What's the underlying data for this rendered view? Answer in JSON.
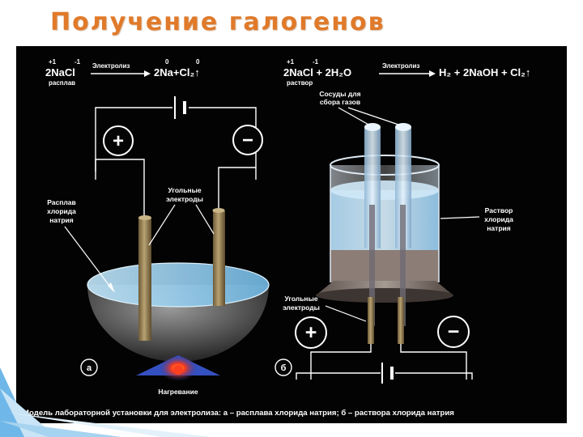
{
  "slide": {
    "title": "Получение галогенов",
    "caption": "Модель лабораторной установки для электролиза: а – расплава хлорида натрия; б – раствора хлорида натрия"
  },
  "left_setup": {
    "equation": {
      "ox_na": "+1",
      "ox_cl": "-1",
      "reactant": "2NaCl",
      "reactant_state": "расплав",
      "process": "Электролиз",
      "ox_na_prod": "0",
      "ox_cl_prod": "0",
      "products": "2Na+Cl₂↑"
    },
    "label_melt": [
      "Расплав",
      "хлорида",
      "натрия"
    ],
    "label_electrodes": [
      "Угольные",
      "электроды"
    ],
    "label_heating": "Нагревание",
    "marker": "а",
    "plus": "+",
    "minus": "−"
  },
  "right_setup": {
    "equation": {
      "ox_na": "+1",
      "ox_cl": "-1",
      "reactant": "2NaCl + 2H₂O",
      "reactant_state": "раствор",
      "process": "Электролиз",
      "products": "H₂ + 2NaOH + Cl₂↑"
    },
    "label_vessels": [
      "Сосуды для",
      "сбора газов"
    ],
    "label_solution": [
      "Раствор",
      "хлорида",
      "натрия"
    ],
    "label_electrodes": [
      "Угольные",
      "электроды"
    ],
    "marker": "б",
    "plus": "+",
    "minus": "−"
  },
  "colors": {
    "title": "#e07a2a",
    "panel": "#030303",
    "electrode": "#8f7a4e",
    "liquid": "#9fd0ee",
    "flame": "#ff2a1a",
    "accent_blue": "#3f8fd0"
  }
}
